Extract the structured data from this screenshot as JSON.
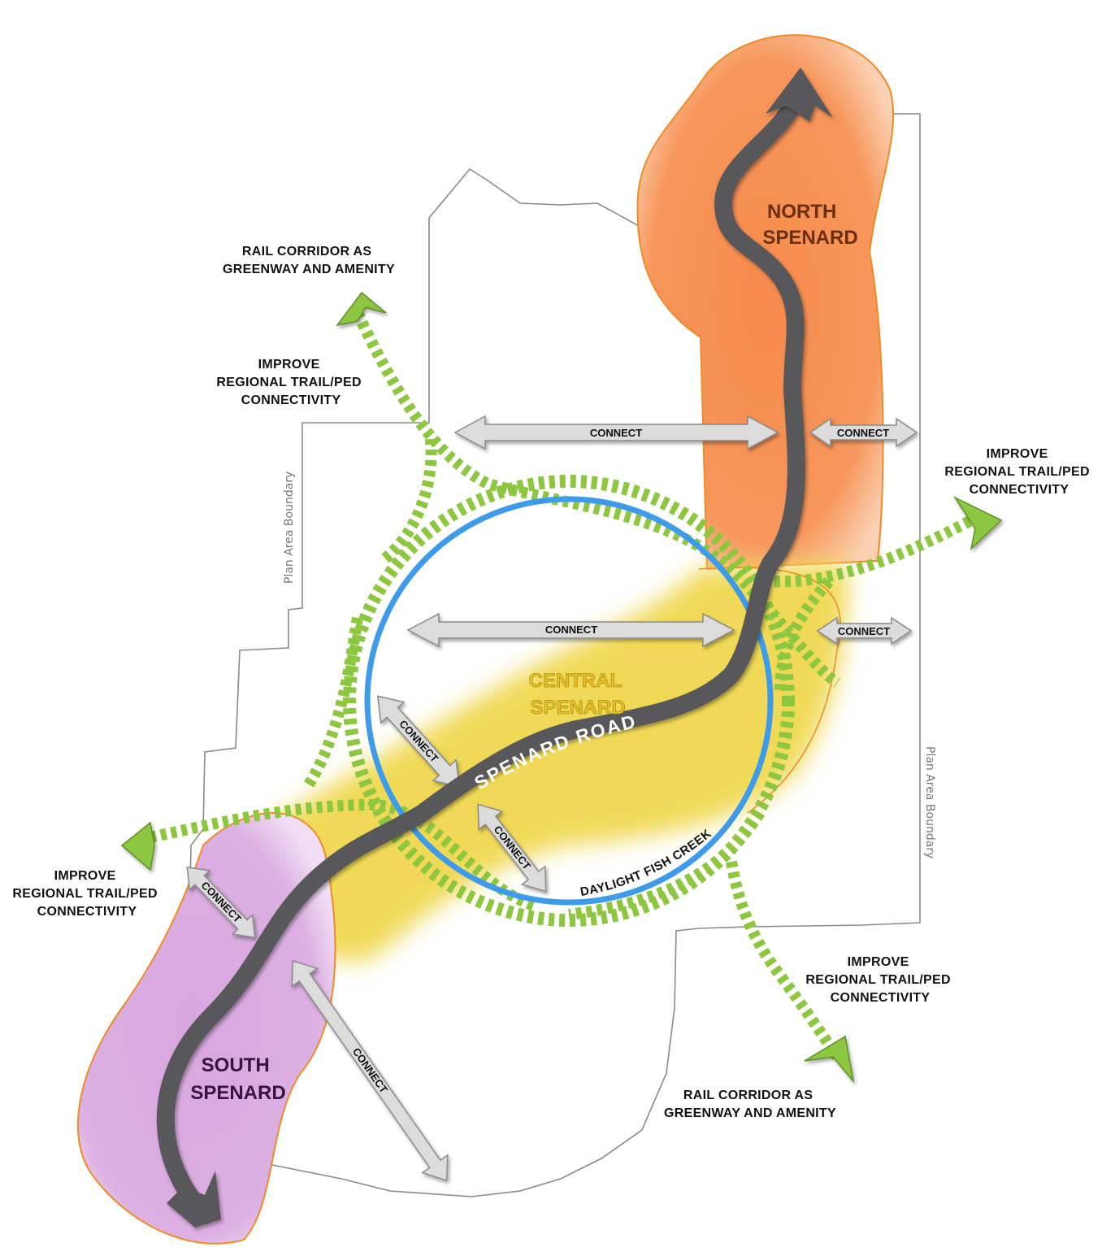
{
  "districts": {
    "north": {
      "line1": "NORTH",
      "line2": "SPENARD",
      "color": "#f58a4b",
      "text_color": "#6b2f10"
    },
    "central": {
      "line1": "CENTRAL",
      "line2": "SPENARD",
      "color": "#f0d84f",
      "text_color": "#e6c22a"
    },
    "south": {
      "line1": "SOUTH",
      "line2": "SPENARD",
      "color": "#d7a6de",
      "text_color": "#3a1440"
    }
  },
  "road_label": "SPENARD ROAD",
  "creek_label": "DAYLIGHT FISH CREEK",
  "boundary_label": "Plan Area Boundary",
  "connect_label": "CONNECT",
  "callouts": {
    "rail_nw": [
      "RAIL CORRIDOR AS",
      "GREENWAY AND AMENITY"
    ],
    "trail_nw": [
      "IMPROVE",
      "REGIONAL TRAIL/PED",
      "CONNECTIVITY"
    ],
    "trail_ne": [
      "IMPROVE",
      "REGIONAL TRAIL/PED",
      "CONNECTIVITY"
    ],
    "trail_w": [
      "IMPROVE",
      "REGIONAL TRAIL/PED",
      "CONNECTIVITY"
    ],
    "trail_se": [
      "IMPROVE",
      "REGIONAL TRAIL/PED",
      "CONNECTIVITY"
    ],
    "rail_se": [
      "RAIL CORRIDOR AS",
      "GREENWAY AND AMENITY"
    ]
  },
  "colors": {
    "trail_green": "#8dc63f",
    "ring_blue": "#3d9be9",
    "road_gray": "#58585a",
    "halo_outline": "#f08a24",
    "boundary": "#8a8a8a",
    "arrow_fill": "#dcdcdc"
  }
}
